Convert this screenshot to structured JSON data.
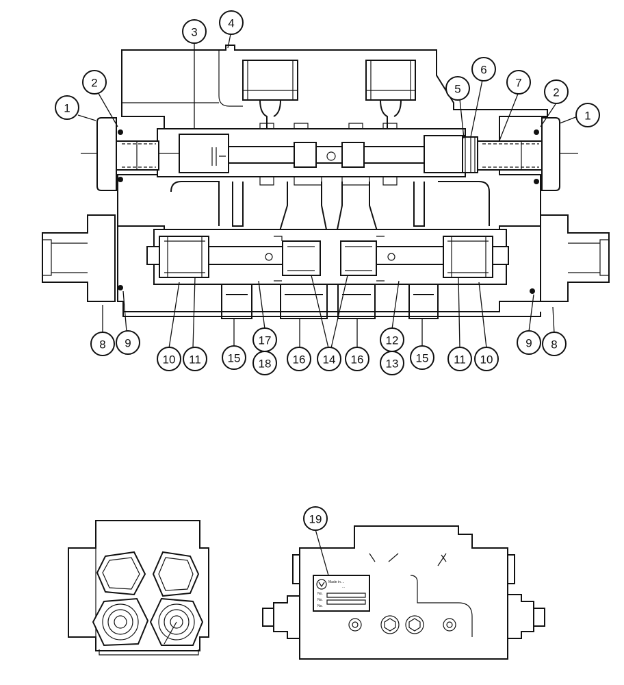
{
  "callouts": [
    {
      "label": "1"
    },
    {
      "label": "2"
    },
    {
      "label": "3"
    },
    {
      "label": "4"
    },
    {
      "label": "2"
    },
    {
      "label": "5"
    },
    {
      "label": "6"
    },
    {
      "label": "7"
    },
    {
      "label": "1"
    },
    {
      "label": "8"
    },
    {
      "label": "9"
    },
    {
      "label": "10"
    },
    {
      "label": "11"
    },
    {
      "label": "15"
    },
    {
      "label": "17"
    },
    {
      "label": "18"
    },
    {
      "label": "16"
    },
    {
      "label": "14"
    },
    {
      "label": "16"
    },
    {
      "label": "12"
    },
    {
      "label": "13"
    },
    {
      "label": "15"
    },
    {
      "label": "11"
    },
    {
      "label": "10"
    },
    {
      "label": "9"
    },
    {
      "label": "8"
    },
    {
      "label": "19"
    }
  ],
  "nameplate": {
    "line1": "Made in ...",
    "line2": "...",
    "field1": "No.",
    "field2": "No.",
    "field3": "No."
  }
}
